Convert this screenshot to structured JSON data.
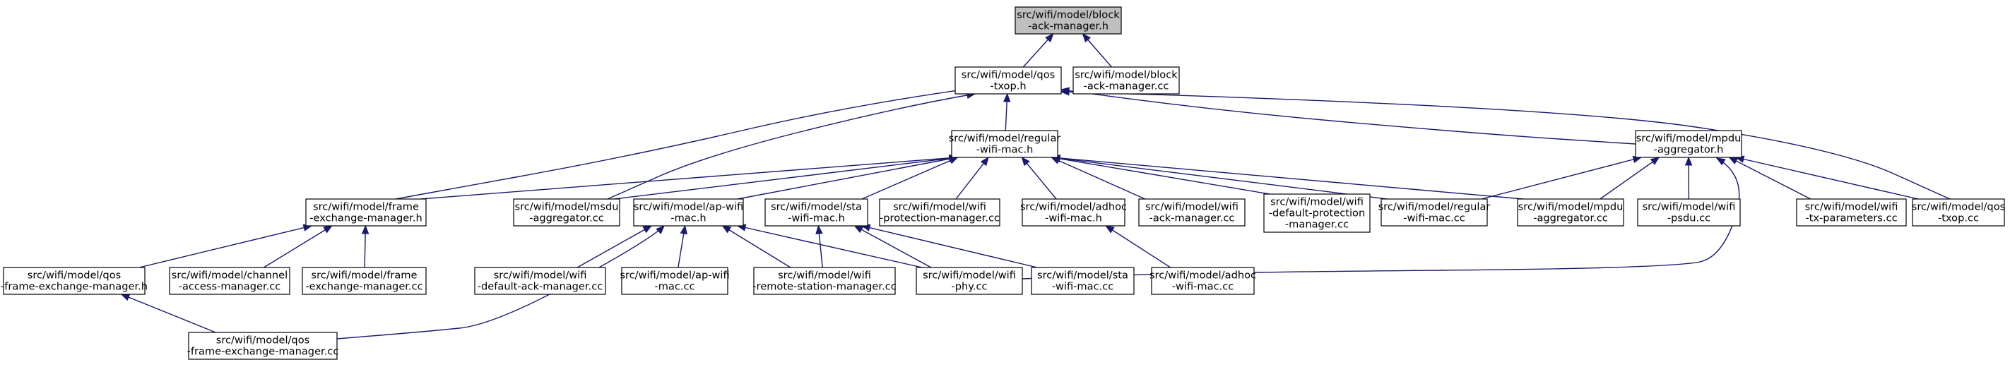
{
  "graph": {
    "nodes": [
      {
        "id": "n0",
        "lines": [
          "src/wifi/model/block",
          "-ack-manager.h"
        ],
        "root": true
      },
      {
        "id": "n1",
        "lines": [
          "src/wifi/model/qos",
          "-txop.h"
        ]
      },
      {
        "id": "n2",
        "lines": [
          "src/wifi/model/block",
          "-ack-manager.cc"
        ]
      },
      {
        "id": "n3",
        "lines": [
          "src/wifi/model/regular",
          "-wifi-mac.h"
        ]
      },
      {
        "id": "n4",
        "lines": [
          "src/wifi/model/mpdu",
          "-aggregator.h"
        ]
      },
      {
        "id": "n5",
        "lines": [
          "src/wifi/model/frame",
          "-exchange-manager.h"
        ]
      },
      {
        "id": "n6",
        "lines": [
          "src/wifi/model/msdu",
          "-aggregator.cc"
        ]
      },
      {
        "id": "n7",
        "lines": [
          "src/wifi/model/ap-wifi",
          "-mac.h"
        ]
      },
      {
        "id": "n8",
        "lines": [
          "src/wifi/model/sta",
          "-wifi-mac.h"
        ]
      },
      {
        "id": "n9",
        "lines": [
          "src/wifi/model/wifi",
          "-protection-manager.cc"
        ]
      },
      {
        "id": "n10",
        "lines": [
          "src/wifi/model/adhoc",
          "-wifi-mac.h"
        ]
      },
      {
        "id": "n11",
        "lines": [
          "src/wifi/model/wifi",
          "-ack-manager.cc"
        ]
      },
      {
        "id": "n12",
        "lines": [
          "src/wifi/model/wifi",
          "-default-protection",
          "-manager.cc"
        ]
      },
      {
        "id": "n13",
        "lines": [
          "src/wifi/model/regular",
          "-wifi-mac.cc"
        ]
      },
      {
        "id": "n14",
        "lines": [
          "src/wifi/model/mpdu",
          "-aggregator.cc"
        ]
      },
      {
        "id": "n15",
        "lines": [
          "src/wifi/model/wifi",
          "-psdu.cc"
        ]
      },
      {
        "id": "n16",
        "lines": [
          "src/wifi/model/wifi",
          "-tx-parameters.cc"
        ]
      },
      {
        "id": "n17",
        "lines": [
          "src/wifi/model/qos",
          "-txop.cc"
        ]
      },
      {
        "id": "n18",
        "lines": [
          "src/wifi/model/qos",
          "-frame-exchange-manager.h"
        ]
      },
      {
        "id": "n19",
        "lines": [
          "src/wifi/model/channel",
          "-access-manager.cc"
        ]
      },
      {
        "id": "n20",
        "lines": [
          "src/wifi/model/frame",
          "-exchange-manager.cc"
        ]
      },
      {
        "id": "n21",
        "lines": [
          "src/wifi/model/wifi",
          "-default-ack-manager.cc"
        ]
      },
      {
        "id": "n22",
        "lines": [
          "src/wifi/model/ap-wifi",
          "-mac.cc"
        ]
      },
      {
        "id": "n23",
        "lines": [
          "src/wifi/model/wifi",
          "-remote-station-manager.cc"
        ]
      },
      {
        "id": "n24",
        "lines": [
          "src/wifi/model/wifi",
          "-phy.cc"
        ]
      },
      {
        "id": "n25",
        "lines": [
          "src/wifi/model/sta",
          "-wifi-mac.cc"
        ]
      },
      {
        "id": "n26",
        "lines": [
          "src/wifi/model/adhoc",
          "-wifi-mac.cc"
        ]
      },
      {
        "id": "n27",
        "lines": [
          "src/wifi/model/qos",
          "-frame-exchange-manager.cc"
        ]
      }
    ],
    "edges": [
      {
        "from": "n1",
        "to": "n0"
      },
      {
        "from": "n2",
        "to": "n0"
      },
      {
        "from": "n3",
        "to": "n1"
      },
      {
        "from": "n4",
        "to": "n1"
      },
      {
        "from": "n5",
        "to": "n1"
      },
      {
        "from": "n6",
        "to": "n1"
      },
      {
        "from": "n17",
        "to": "n1"
      },
      {
        "from": "n5",
        "to": "n3"
      },
      {
        "from": "n6",
        "to": "n3"
      },
      {
        "from": "n7",
        "to": "n3"
      },
      {
        "from": "n8",
        "to": "n3"
      },
      {
        "from": "n9",
        "to": "n3"
      },
      {
        "from": "n10",
        "to": "n3"
      },
      {
        "from": "n11",
        "to": "n3"
      },
      {
        "from": "n12",
        "to": "n3"
      },
      {
        "from": "n13",
        "to": "n3"
      },
      {
        "from": "n14",
        "to": "n3"
      },
      {
        "from": "n13",
        "to": "n4"
      },
      {
        "from": "n14",
        "to": "n4"
      },
      {
        "from": "n15",
        "to": "n4"
      },
      {
        "from": "n16",
        "to": "n4"
      },
      {
        "from": "n17",
        "to": "n4"
      },
      {
        "from": "n24",
        "to": "n4"
      },
      {
        "from": "n18",
        "to": "n5"
      },
      {
        "from": "n19",
        "to": "n5"
      },
      {
        "from": "n20",
        "to": "n5"
      },
      {
        "from": "n21",
        "to": "n7"
      },
      {
        "from": "n22",
        "to": "n7"
      },
      {
        "from": "n23",
        "to": "n7"
      },
      {
        "from": "n24",
        "to": "n7"
      },
      {
        "from": "n27",
        "to": "n7"
      },
      {
        "from": "n23",
        "to": "n8"
      },
      {
        "from": "n24",
        "to": "n8"
      },
      {
        "from": "n25",
        "to": "n8"
      },
      {
        "from": "n26",
        "to": "n10"
      },
      {
        "from": "n27",
        "to": "n18"
      }
    ]
  }
}
